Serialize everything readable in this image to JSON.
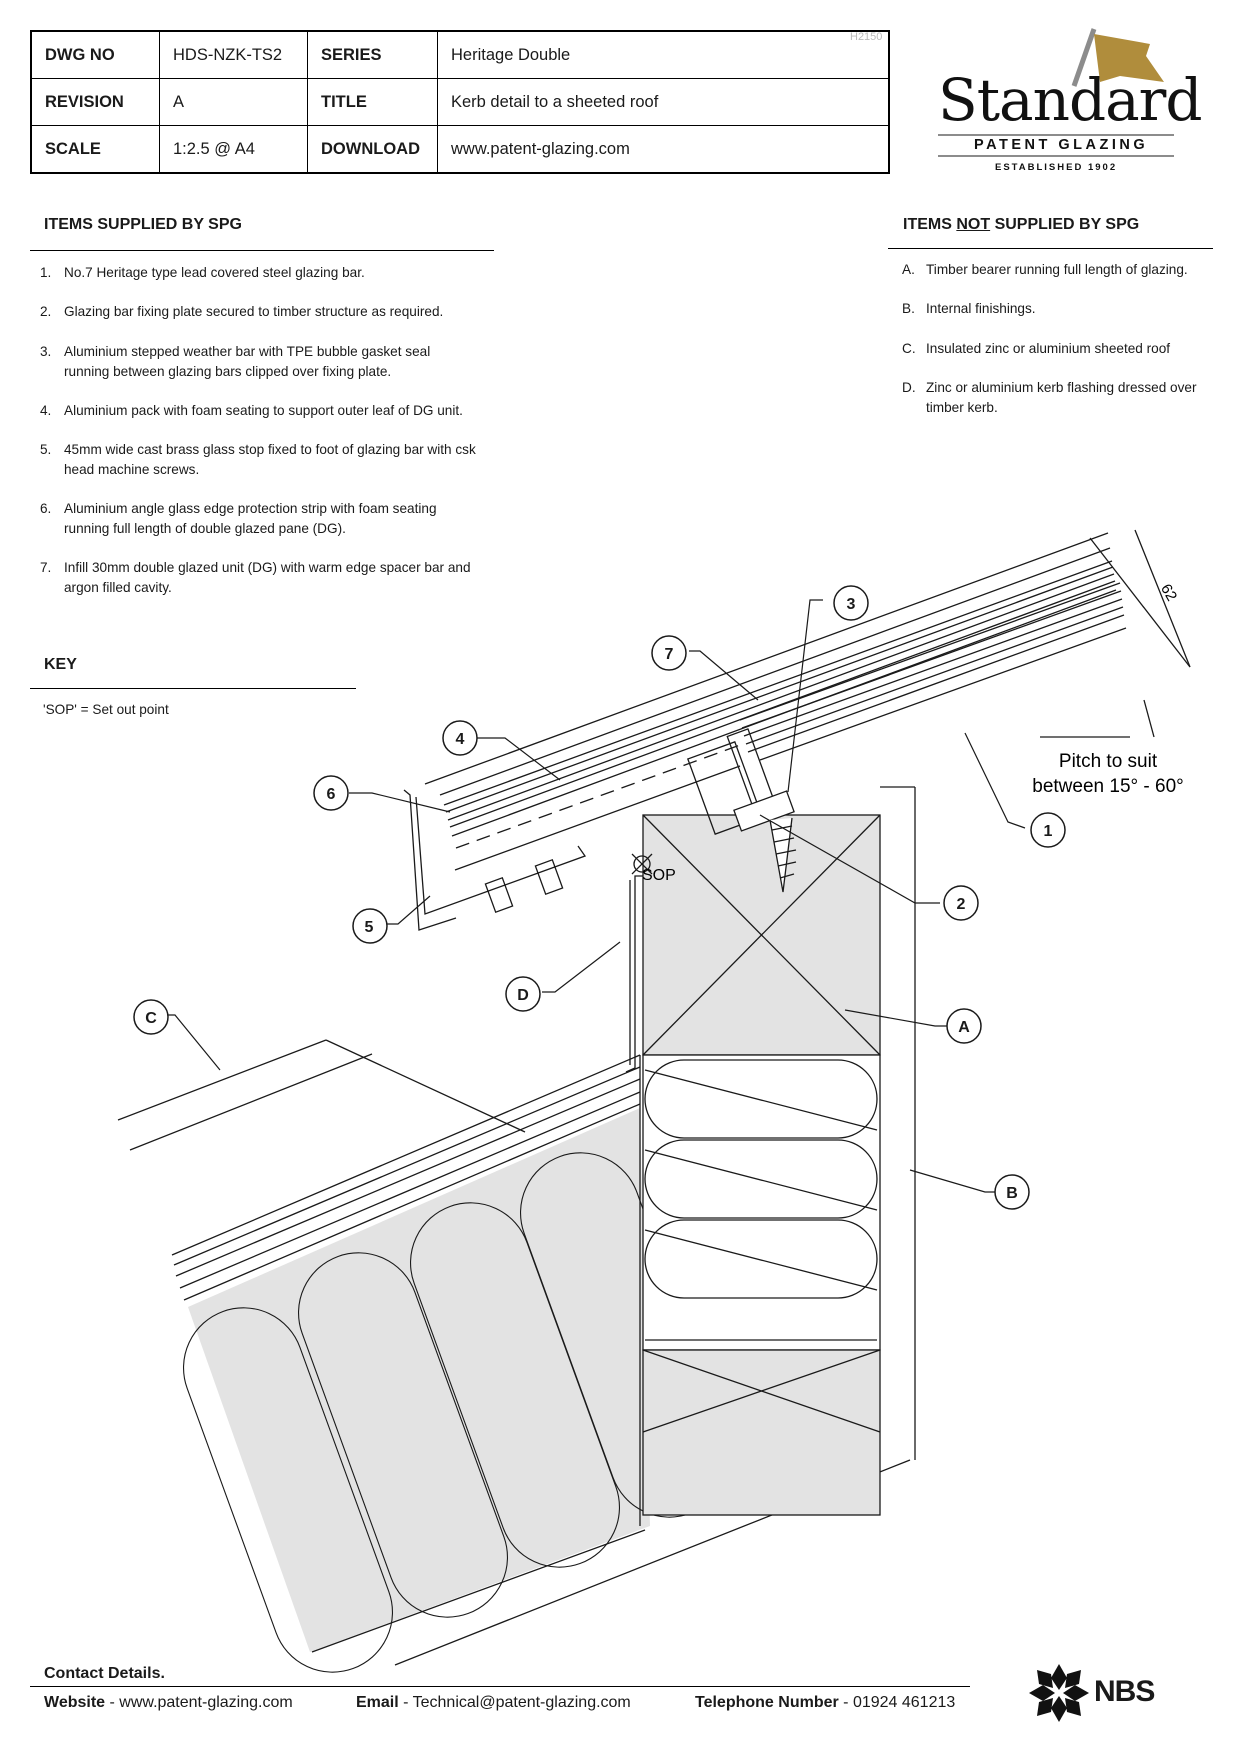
{
  "title_block": {
    "dwg_no_label": "DWG NO",
    "dwg_no": "HDS-NZK-TS2",
    "series_label": "SERIES",
    "series": "Heritage Double",
    "revision_label": "REVISION",
    "revision": "A",
    "title_label": "TITLE",
    "title": "Kerb detail to a sheeted roof",
    "scale_label": "SCALE",
    "scale": "1:2.5 @ A4",
    "download_label": "DOWNLOAD",
    "download": "www.patent-glazing.com",
    "code": "H2150"
  },
  "logo": {
    "name": "Standard",
    "subtitle": "PATENT GLAZING",
    "established": "ESTABLISHED 1902",
    "accent": "#b08d3c"
  },
  "supplied": {
    "heading": "ITEMS SUPPLIED BY SPG",
    "items": [
      {
        "num": "1.",
        "text": "No.7 Heritage type lead covered steel glazing bar."
      },
      {
        "num": "2.",
        "text": "Glazing bar fixing plate secured to timber structure as required."
      },
      {
        "num": "3.",
        "text": "Aluminium stepped weather bar with TPE bubble gasket seal running between glazing bars clipped over fixing plate."
      },
      {
        "num": "4.",
        "text": "Aluminium pack with foam seating to support outer leaf of DG unit."
      },
      {
        "num": "5.",
        "text": "45mm wide cast brass glass stop fixed to foot of glazing bar with csk head machine screws."
      },
      {
        "num": "6.",
        "text": "Aluminium angle glass edge protection strip with foam seating running full length of double glazed pane (DG)."
      },
      {
        "num": "7.",
        "text": "Infill 30mm double glazed unit (DG) with warm edge spacer bar and argon filled cavity."
      }
    ]
  },
  "not_supplied": {
    "heading_pre": "ITEMS ",
    "heading_not": "NOT",
    "heading_post": " SUPPLIED BY SPG",
    "items": [
      {
        "num": "A.",
        "text": "Timber bearer running full length of glazing."
      },
      {
        "num": "B.",
        "text": "Internal finishings."
      },
      {
        "num": "C.",
        "text": "Insulated zinc or aluminium sheeted roof"
      },
      {
        "num": "D.",
        "text": "Zinc or aluminium kerb flashing dressed over timber kerb."
      }
    ]
  },
  "key": {
    "heading": "KEY",
    "text": "'SOP' = Set out point"
  },
  "drawing": {
    "dimension": "62",
    "pitch_line1": "Pitch to suit",
    "pitch_line2": "between 15° - 60°",
    "sop": "SOP",
    "callouts": [
      "1",
      "2",
      "3",
      "4",
      "5",
      "6",
      "7",
      "A",
      "B",
      "C",
      "D"
    ]
  },
  "footer": {
    "heading": "Contact Details.",
    "website_label": "Website",
    "website": "www.patent-glazing.com",
    "email_label": "Email",
    "email": "Technical@patent-glazing.com",
    "phone_label": "Telephone Number",
    "phone": "01924 461213",
    "nbs": "NBS"
  }
}
